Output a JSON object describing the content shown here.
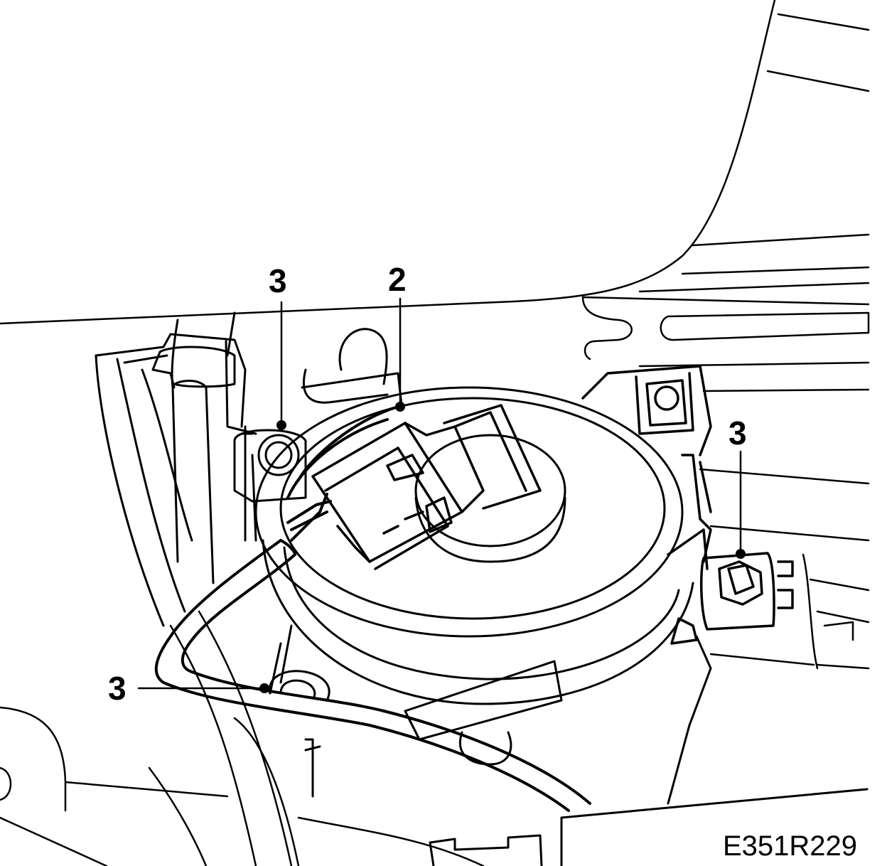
{
  "callouts": {
    "top_left": "3",
    "top_center": "2",
    "right": "3",
    "bottom_left": "3"
  },
  "figure_id": "E351R229",
  "colors": {
    "ink": "#000000",
    "paper": "#ffffff"
  }
}
